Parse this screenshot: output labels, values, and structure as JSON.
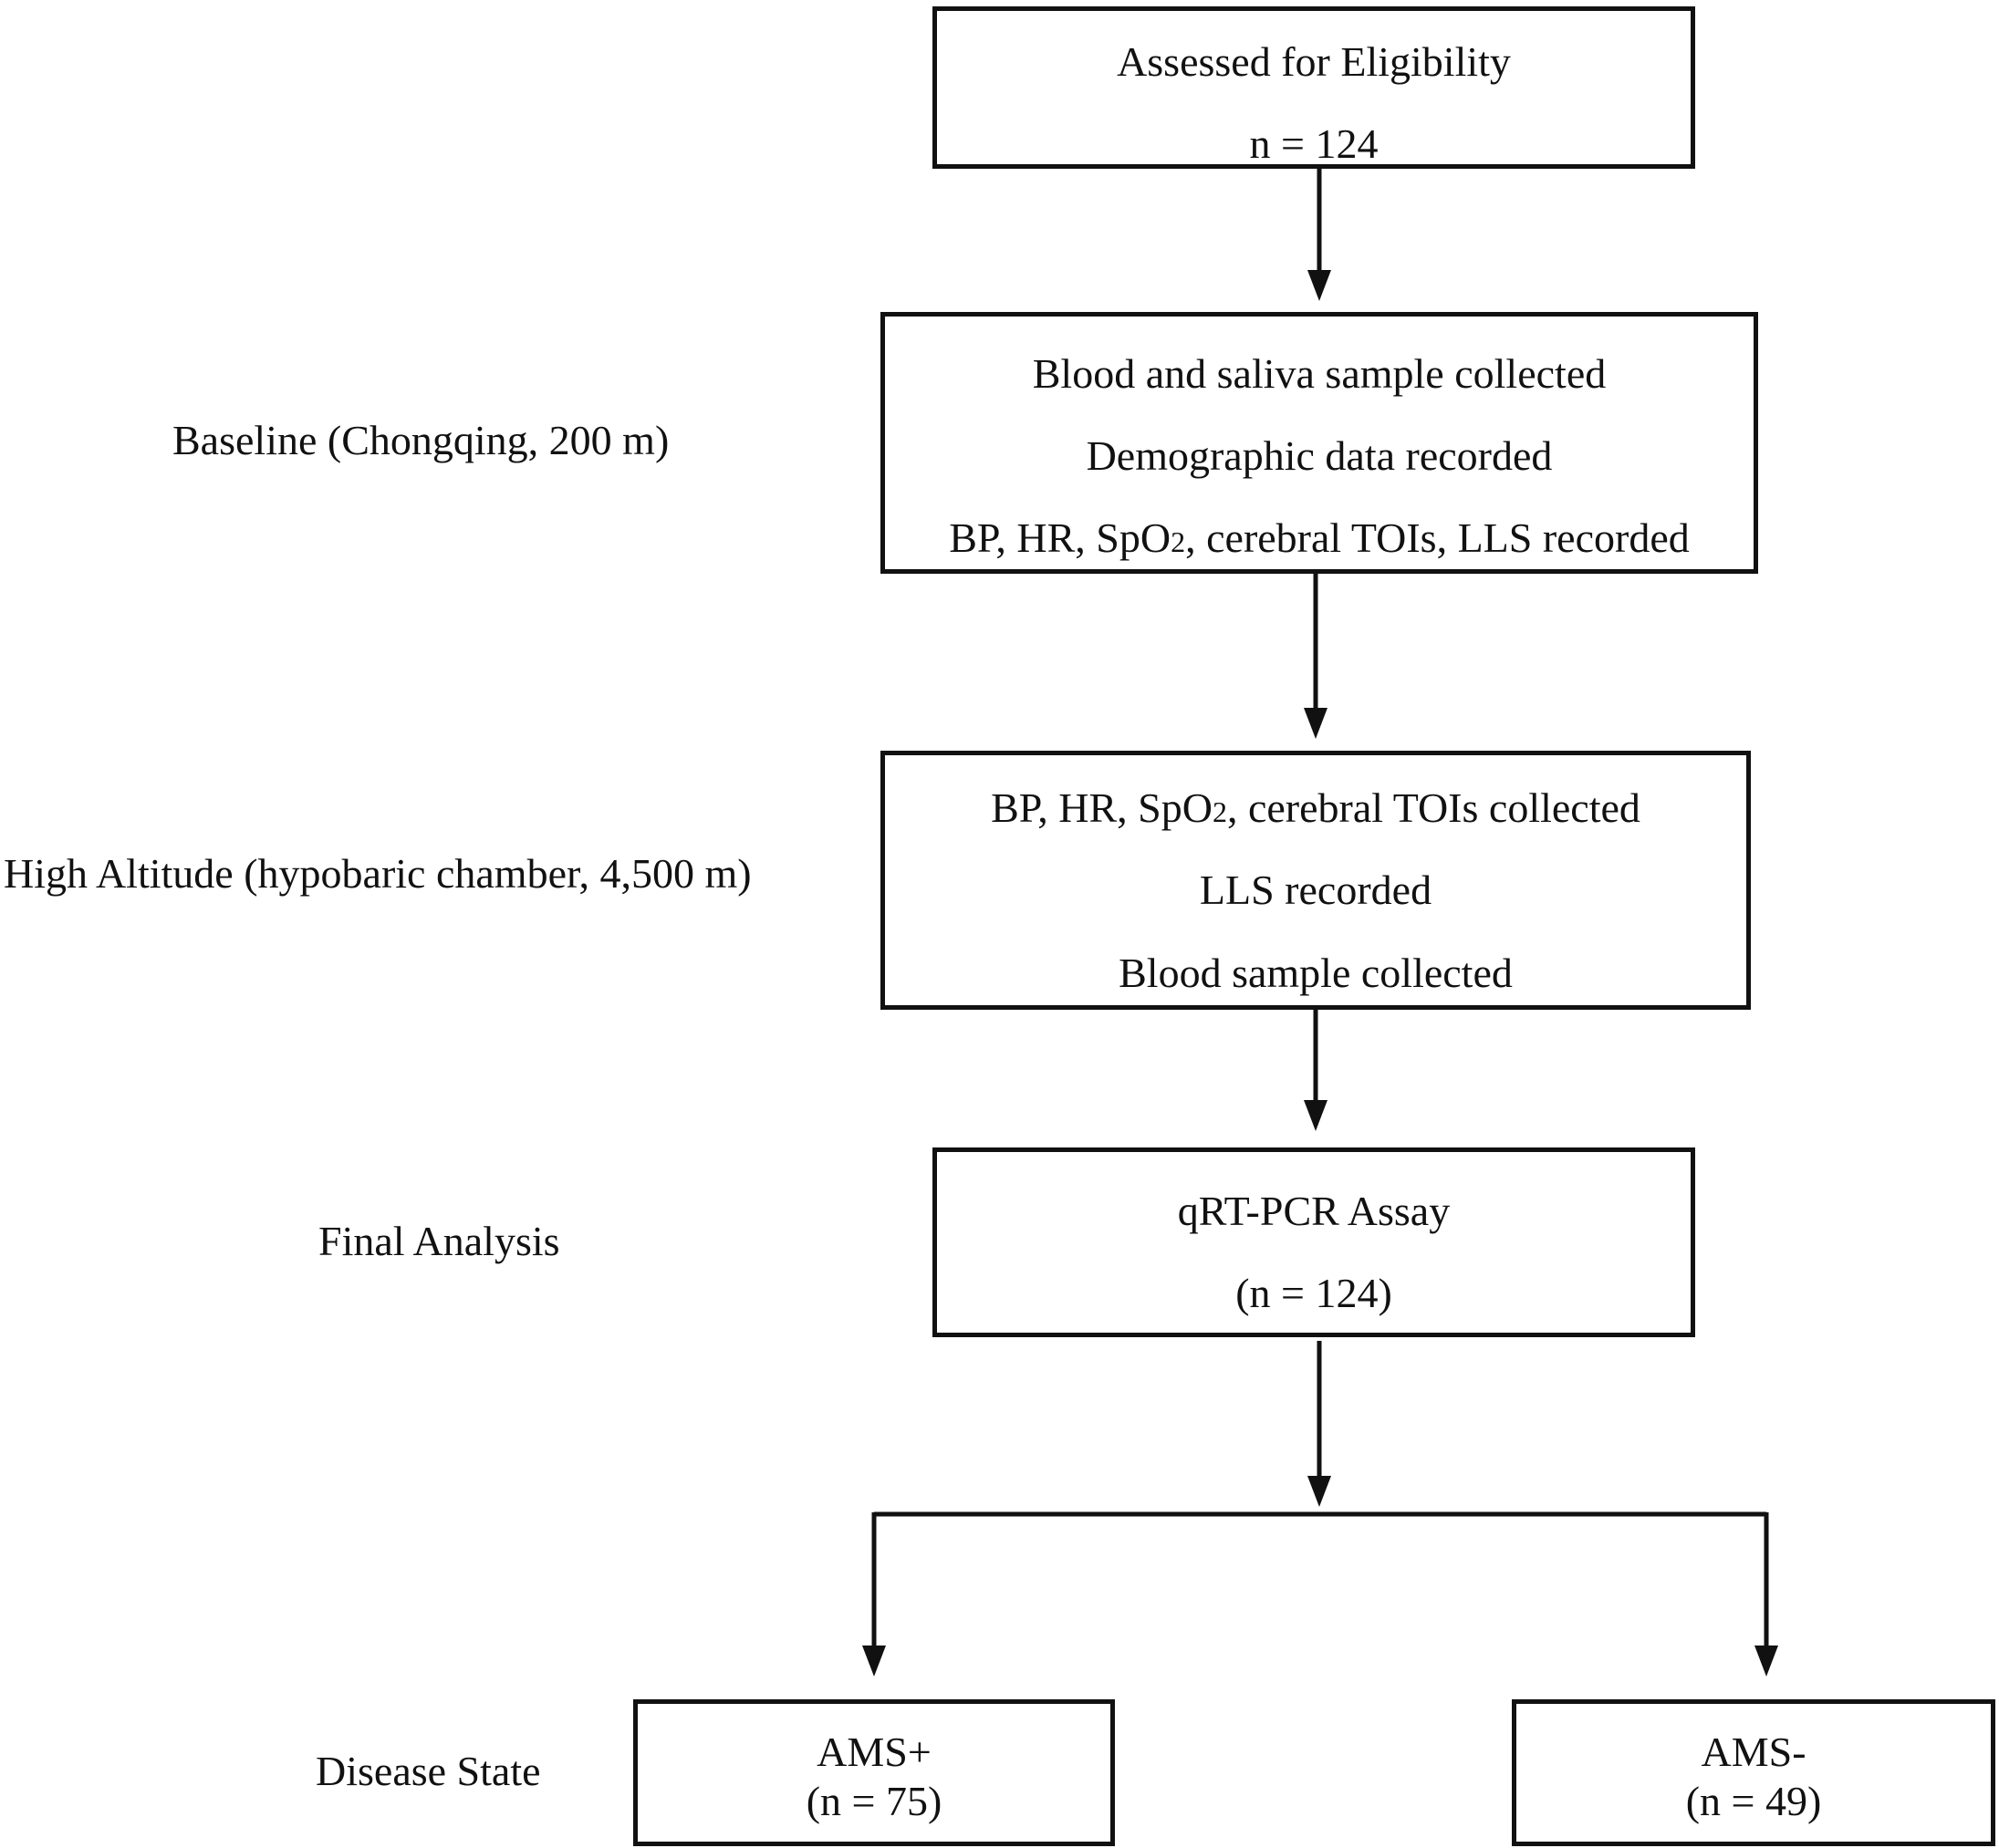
{
  "boxes": {
    "eligibility": {
      "line1": "Assessed for Eligibility",
      "line2": "n = 124"
    },
    "baseline": {
      "line1": "Blood and saliva  sample collected",
      "line2": "Demographic data recorded",
      "line3_pre": "BP, HR, SpO",
      "line3_sub": "2",
      "line3_post": ", cerebral TOIs, LLS recorded"
    },
    "high_altitude": {
      "line1_pre": "BP, HR, SpO",
      "line1_sub": "2",
      "line1_post": ", cerebral TOIs collected",
      "line2": "LLS recorded",
      "line3": "Blood  sample collected"
    },
    "final": {
      "line1": "qRT-PCR Assay",
      "line2": "(n = 124)"
    },
    "ams_pos": {
      "line1": "AMS+",
      "line2": "(n = 75)"
    },
    "ams_neg": {
      "line1": "AMS-",
      "line2": "(n = 49)"
    }
  },
  "stages": {
    "baseline": "Baseline (Chongqing, 200 m)",
    "high_altitude": "High Altitude (hypobaric chamber, 4,500 m)",
    "final": "Final Analysis",
    "disease": "Disease State"
  }
}
